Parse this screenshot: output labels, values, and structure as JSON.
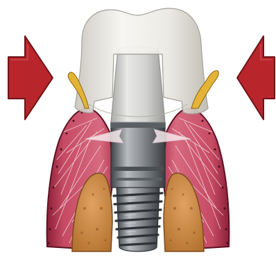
{
  "figure": {
    "subject": "dental-implant-cross-section",
    "colors": {
      "arrow": "#b8262c",
      "arrow_edge": "#6e1418",
      "gum": "#c64a63",
      "gum_dark": "#7d1f33",
      "bone": "#c9853f",
      "bone_dark": "#7a4a1d",
      "crown": "#ebe9e3",
      "abutment": "#d4d4d2",
      "metal": "#8e9296",
      "metal_dark": "#3f4448",
      "thread": "#2e3236",
      "fiber": "#f4e9ec",
      "vessel": "#e3b436"
    },
    "arrows": [
      {
        "side": "left",
        "direction": "right",
        "meaning": "pressure-toward-implant"
      },
      {
        "side": "right",
        "direction": "left",
        "meaning": "pressure-toward-implant"
      }
    ],
    "parts": [
      "crown",
      "abutment",
      "implant-collar",
      "threaded-implant-body",
      "gum-tissue",
      "alveolar-bone",
      "blood-vessels"
    ]
  }
}
